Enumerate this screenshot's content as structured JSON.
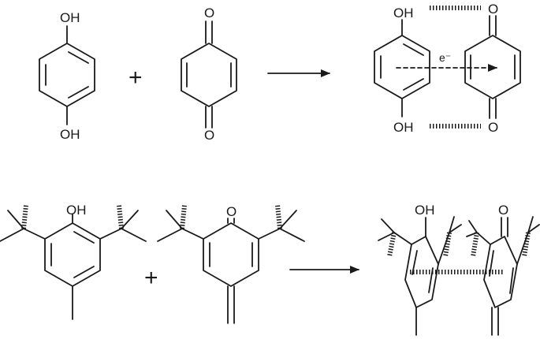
{
  "reactions": [
    {
      "reactant_1": {
        "top_label": "OH",
        "bottom_label": "OH"
      },
      "operator": "+",
      "reactant_2": {
        "top_label": "O",
        "bottom_label": "O"
      },
      "product": {
        "left_top_label": "OH",
        "left_bottom_label": "OH",
        "right_top_label": "O",
        "right_bottom_label": "O",
        "transfer_label": "e⁻"
      }
    },
    {
      "reactant_1": {
        "top_label": "OH"
      },
      "operator": "+",
      "reactant_2": {
        "top_label": "O"
      },
      "product": {
        "left_top_label": "OH",
        "right_top_label": "O"
      }
    }
  ]
}
